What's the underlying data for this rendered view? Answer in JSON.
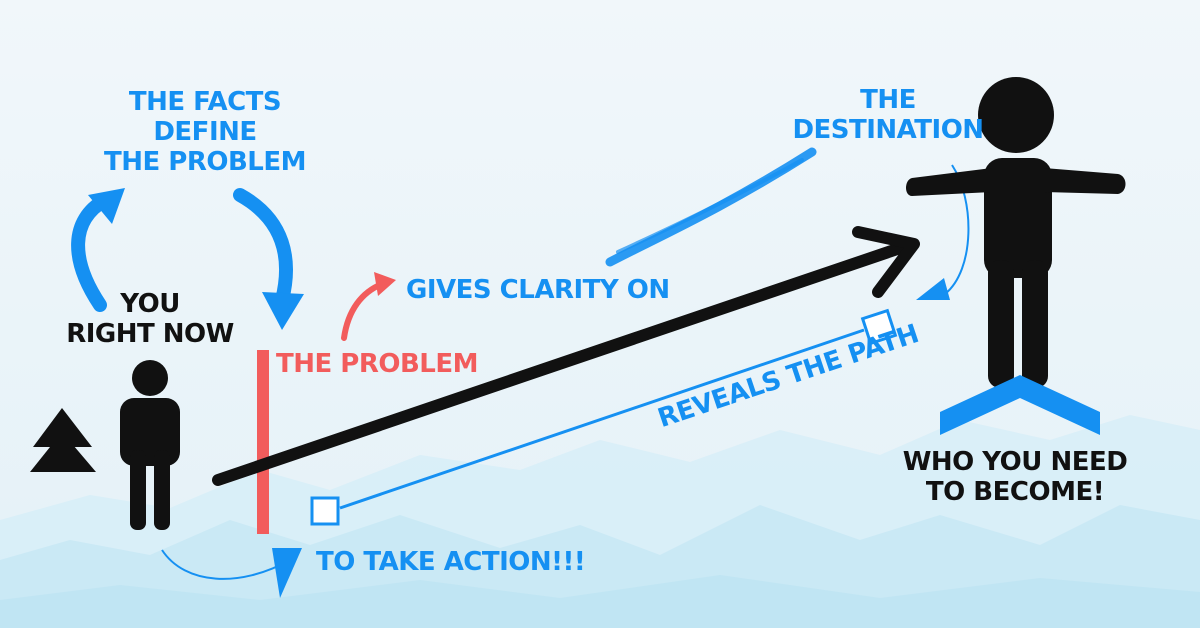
{
  "colors": {
    "background_top": "#eef5f9",
    "background_bottom": "#dff0f8",
    "mountain": "#bfe6f4",
    "blue": "#1590f2",
    "black": "#111111",
    "red": "#f25c5c"
  },
  "labels": {
    "facts": [
      "THE FACTS",
      "DEFINE",
      "THE PROBLEM"
    ],
    "you": [
      "YOU",
      "RIGHT NOW"
    ],
    "problem": "THE PROBLEM",
    "clarity": "GIVES CLARITY ON",
    "destination": [
      "THE",
      "DESTINATION"
    ],
    "reveals": "REVEALS THE PATH",
    "action": "TO TAKE ACTION!!!",
    "become": [
      "WHO YOU NEED",
      "TO BECOME!"
    ]
  },
  "icons": [
    "person-small-icon",
    "person-large-icon",
    "tree-icon",
    "chevron-up-icon",
    "curved-arrow-icon"
  ]
}
